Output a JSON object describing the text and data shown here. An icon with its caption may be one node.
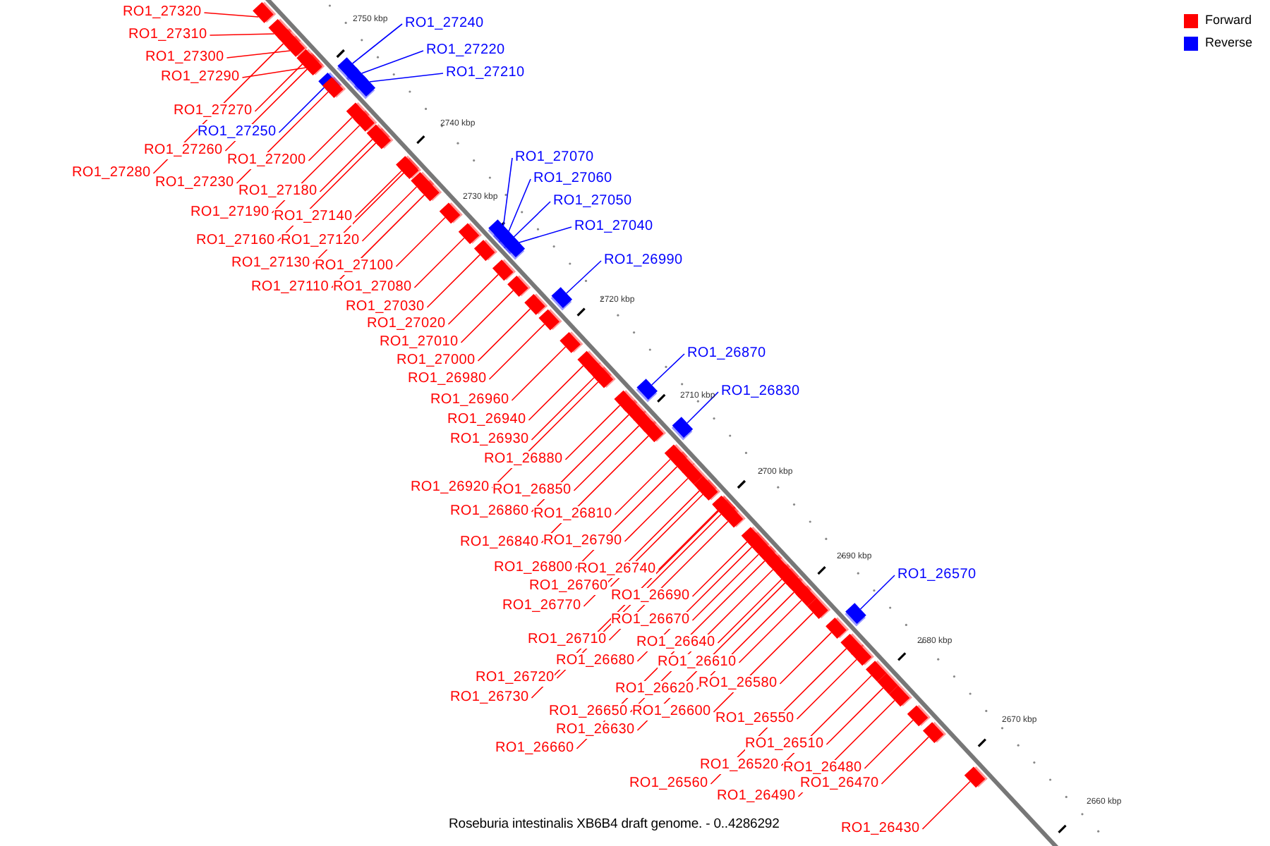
{
  "diagram": {
    "caption": "Roseburia intestinalis XB6B4 draft genome. - 0..4286292",
    "nodes": [
      {
        "text": [
          "RO1_27320"
        ]
      },
      {
        "text": [
          "RO1_27240"
        ]
      },
      {
        "text": [
          "RO1_27310"
        ]
      },
      {
        "text": [
          "RO1_27220"
        ]
      },
      {
        "text": [
          "RO1_27300"
        ]
      },
      {
        "text": [
          "RO1_27210"
        ]
      },
      {
        "text": [
          "RO1_27290"
        ]
      },
      {
        "text": [
          "RO1_27270"
        ]
      },
      {
        "text": [
          "RO1_27250"
        ]
      },
      {
        "text": [
          "RO1_27260"
        ]
      },
      {
        "text": [
          "RO1_27070"
        ]
      },
      {
        "text": [
          "RO1_27200"
        ]
      },
      {
        "text": [
          "RO1_27280"
        ]
      },
      {
        "text": [
          "RO1_27060"
        ]
      },
      {
        "text": [
          "RO1_27230"
        ]
      },
      {
        "text": [
          "RO1_27180"
        ]
      },
      {
        "text": [
          "RO1_27050"
        ]
      },
      {
        "text": [
          "RO1_27190"
        ]
      },
      {
        "text": [
          "RO1_27140"
        ]
      },
      {
        "text": [
          "RO1_27040"
        ]
      },
      {
        "text": [
          "RO1_27160"
        ]
      },
      {
        "text": [
          "RO1_27120"
        ]
      },
      {
        "text": [
          "RO1_26990"
        ]
      },
      {
        "text": [
          "RO1_27130"
        ]
      },
      {
        "text": [
          "RO1_27100"
        ]
      },
      {
        "text": [
          "RO1_27110"
        ]
      },
      {
        "text": [
          "RO1_27080"
        ]
      },
      {
        "text": [
          "RO1_27030"
        ]
      },
      {
        "text": [
          "RO1_27020"
        ]
      },
      {
        "text": [
          "RO1_27010"
        ]
      },
      {
        "text": [
          "RO1_26870"
        ]
      },
      {
        "text": [
          "RO1_27000"
        ]
      },
      {
        "text": [
          "RO1_26980"
        ]
      },
      {
        "text": [
          "RO1_26830"
        ]
      },
      {
        "text": [
          "RO1_26960"
        ]
      },
      {
        "text": [
          "RO1_26940"
        ]
      },
      {
        "text": [
          "RO1_26930"
        ]
      },
      {
        "text": [
          "RO1_26880"
        ]
      },
      {
        "text": [
          "RO1_26920"
        ]
      },
      {
        "text": [
          "RO1_26850"
        ]
      },
      {
        "text": [
          "RO1_26860"
        ]
      },
      {
        "text": [
          "RO1_26810"
        ]
      },
      {
        "text": [
          "RO1_26790"
        ]
      },
      {
        "text": [
          "RO1_26840"
        ]
      },
      {
        "text": [
          "RO1_26800"
        ]
      },
      {
        "text": [
          "RO1_26740"
        ]
      },
      {
        "text": [
          "RO1_26570"
        ]
      },
      {
        "text": [
          "RO1_26760"
        ]
      },
      {
        "text": [
          "RO1_26690"
        ]
      },
      {
        "text": [
          "RO1_26770"
        ]
      },
      {
        "text": [
          "RO1_26670"
        ]
      },
      {
        "text": [
          "RO1_26710"
        ]
      },
      {
        "text": [
          "RO1_26640"
        ]
      },
      {
        "text": [
          "RO1_26680"
        ]
      },
      {
        "text": [
          "RO1_26610"
        ]
      },
      {
        "text": [
          "RO1_26720"
        ]
      },
      {
        "text": [
          "RO1_26580"
        ]
      },
      {
        "text": [
          "RO1_26620"
        ]
      },
      {
        "text": [
          "RO1_26730"
        ]
      },
      {
        "text": [
          "RO1_26650"
        ]
      },
      {
        "text": [
          "RO1_26600"
        ]
      },
      {
        "text": [
          "RO1_26550"
        ]
      },
      {
        "text": [
          "RO1_26630"
        ]
      },
      {
        "text": [
          "RO1_26510"
        ]
      },
      {
        "text": [
          "RO1_26660"
        ]
      },
      {
        "text": [
          "RO1_26520"
        ]
      },
      {
        "text": [
          "RO1_26480"
        ]
      },
      {
        "text": [
          "RO1_26470"
        ]
      },
      {
        "text": [
          "RO1_26560"
        ]
      },
      {
        "text": [
          "RO1_26490"
        ]
      },
      {
        "text": [
          "RO1_26430"
        ]
      },
      {
        "text": [],
        "shape": "bar"
      },
      {
        "text": [],
        "shape": "bar"
      },
      {
        "text": [],
        "shape": "bar"
      },
      {
        "text": [],
        "shape": "bar"
      },
      {
        "text": [],
        "shape": "bar"
      },
      {
        "text": [],
        "shape": "bar"
      },
      {
        "text": [],
        "shape": "bar"
      },
      {
        "text": [],
        "shape": "bar"
      },
      {
        "text": [],
        "shape": "bar"
      },
      {
        "text": [],
        "shape": "bar"
      },
      {
        "text": [],
        "shape": "bar"
      },
      {
        "text": [],
        "shape": "bar"
      },
      {
        "text": [],
        "shape": "bar"
      },
      {
        "text": [],
        "shape": "bar"
      },
      {
        "text": [],
        "shape": "bar"
      },
      {
        "text": [],
        "shape": "bar"
      },
      {
        "text": [],
        "shape": "bar"
      },
      {
        "text": [],
        "shape": "bar"
      },
      {
        "text": [],
        "shape": "bar"
      },
      {
        "text": [],
        "shape": "bar"
      },
      {
        "text": [],
        "shape": "bar"
      },
      {
        "text": [],
        "shape": "bar"
      },
      {
        "text": [],
        "shape": "bar"
      },
      {
        "text": [],
        "shape": "bar"
      },
      {
        "text": [],
        "shape": "bar"
      },
      {
        "text": [],
        "shape": "bar"
      },
      {
        "text": [],
        "shape": "bar"
      },
      {
        "text": [],
        "shape": "bar"
      },
      {
        "text": [],
        "shape": "bar"
      },
      {
        "text": [],
        "shape": "bar"
      },
      {
        "text": [],
        "shape": "bar"
      },
      {
        "text": [],
        "shape": "bar"
      },
      {
        "text": [],
        "shape": "bar"
      },
      {
        "text": [],
        "shape": "bar"
      },
      {
        "text": [],
        "shape": "bar"
      },
      {
        "text": [],
        "shape": "bar"
      },
      {
        "text": [],
        "shape": "bar"
      },
      {
        "text": [],
        "shape": "bar"
      },
      {
        "text": [],
        "shape": "bar"
      },
      {
        "text": [],
        "shape": "bar"
      },
      {
        "text": [],
        "shape": "bar"
      },
      {
        "text": [],
        "shape": "bar"
      },
      {
        "text": [],
        "shape": "bar"
      },
      {
        "text": [],
        "shape": "bar"
      },
      {
        "text": [],
        "shape": "bar"
      },
      {
        "text": [],
        "shape": "bar"
      },
      {
        "text": [],
        "shape": "bar"
      },
      {
        "text": [],
        "shape": "bar"
      },
      {
        "text": [],
        "shape": "bar"
      },
      {
        "text": [],
        "shape": "bar"
      },
      {
        "text": [],
        "shape": "bar"
      },
      {
        "text": [],
        "shape": "bar"
      },
      {
        "text": [],
        "shape": "bar"
      },
      {
        "text": [],
        "shape": "bar"
      },
      {
        "text": [],
        "shape": "bar"
      },
      {
        "text": [],
        "shape": "bar"
      },
      {
        "text": [],
        "shape": "bar"
      },
      {
        "text": [],
        "shape": "bar"
      },
      {
        "text": [],
        "shape": "bar"
      },
      {
        "text": [],
        "shape": "bar"
      },
      {
        "text": [],
        "shape": "bar"
      },
      {
        "text": [],
        "shape": "bar"
      },
      {
        "text": [],
        "shape": "bar"
      },
      {
        "text": [],
        "shape": "bar"
      },
      {
        "text": [],
        "shape": "bar"
      },
      {
        "text": [],
        "shape": "bar"
      },
      {
        "text": [],
        "shape": "bar"
      },
      {
        "text": [],
        "shape": "bar"
      },
      {
        "text": [],
        "shape": "bar"
      },
      {
        "text": [],
        "shape": "bar"
      },
      {
        "text": [],
        "shape": "bar"
      }
    ],
    "edges": [
      {
        "from": 0,
        "to": 71,
        "arrow": "none"
      },
      {
        "from": 1,
        "to": 72,
        "arrow": "none",
        "color": "#0000ff"
      },
      {
        "from": 2,
        "to": 73,
        "arrow": "none"
      },
      {
        "from": 3,
        "to": 74,
        "arrow": "none",
        "color": "#0000ff"
      },
      {
        "from": 4,
        "to": 75,
        "arrow": "none"
      },
      {
        "from": 5,
        "to": 76,
        "arrow": "none",
        "color": "#0000ff"
      },
      {
        "from": 6,
        "to": 77,
        "arrow": "none"
      },
      {
        "from": 7,
        "to": 78,
        "arrow": "none"
      },
      {
        "from": 8,
        "to": 79,
        "arrow": "none",
        "color": "#0000ff"
      },
      {
        "from": 9,
        "to": 80,
        "arrow": "none"
      },
      {
        "from": 10,
        "to": 81,
        "arrow": "none",
        "color": "#0000ff"
      },
      {
        "from": 11,
        "to": 82,
        "arrow": "none"
      },
      {
        "from": 12,
        "to": 83,
        "arrow": "none"
      },
      {
        "from": 13,
        "to": 84,
        "arrow": "none",
        "color": "#0000ff"
      },
      {
        "from": 14,
        "to": 85,
        "arrow": "none"
      },
      {
        "from": 15,
        "to": 86,
        "arrow": "none"
      },
      {
        "from": 16,
        "to": 87,
        "arrow": "none",
        "color": "#0000ff"
      },
      {
        "from": 17,
        "to": 88,
        "arrow": "none"
      },
      {
        "from": 18,
        "to": 89,
        "arrow": "none"
      },
      {
        "from": 19,
        "to": 90,
        "arrow": "none",
        "color": "#0000ff"
      },
      {
        "from": 20,
        "to": 91,
        "arrow": "none"
      },
      {
        "from": 21,
        "to": 92,
        "arrow": "none"
      },
      {
        "from": 22,
        "to": 93,
        "arrow": "none",
        "color": "#0000ff"
      },
      {
        "from": 23,
        "to": 94,
        "arrow": "none"
      },
      {
        "from": 24,
        "to": 95,
        "arrow": "none"
      },
      {
        "from": 25,
        "to": 96,
        "arrow": "none"
      },
      {
        "from": 26,
        "to": 97,
        "arrow": "none"
      },
      {
        "from": 27,
        "to": 98,
        "arrow": "none"
      },
      {
        "from": 28,
        "to": 99,
        "arrow": "none"
      },
      {
        "from": 29,
        "to": 100,
        "arrow": "none"
      },
      {
        "from": 30,
        "to": 101,
        "arrow": "none",
        "color": "#0000ff"
      },
      {
        "from": 31,
        "to": 102,
        "arrow": "none"
      },
      {
        "from": 32,
        "to": 103,
        "arrow": "none"
      },
      {
        "from": 33,
        "to": 104,
        "arrow": "none",
        "color": "#0000ff"
      },
      {
        "from": 34,
        "to": 105,
        "arrow": "none"
      },
      {
        "from": 35,
        "to": 106,
        "arrow": "none"
      },
      {
        "from": 36,
        "to": 107,
        "arrow": "none"
      },
      {
        "from": 37,
        "to": 108,
        "arrow": "none"
      },
      {
        "from": 38,
        "to": 109,
        "arrow": "none"
      },
      {
        "from": 39,
        "to": 110,
        "arrow": "none"
      },
      {
        "from": 40,
        "to": 111,
        "arrow": "none"
      },
      {
        "from": 41,
        "to": 112,
        "arrow": "none"
      },
      {
        "from": 42,
        "to": 113,
        "arrow": "none"
      },
      {
        "from": 43,
        "to": 114,
        "arrow": "none"
      },
      {
        "from": 44,
        "to": 115,
        "arrow": "none"
      },
      {
        "from": 45,
        "to": 116,
        "arrow": "none"
      },
      {
        "from": 46,
        "to": 117,
        "arrow": "none",
        "color": "#0000ff"
      },
      {
        "from": 47,
        "to": 118,
        "arrow": "none"
      },
      {
        "from": 48,
        "to": 119,
        "arrow": "none"
      },
      {
        "from": 49,
        "to": 120,
        "arrow": "none"
      },
      {
        "from": 50,
        "to": 121,
        "arrow": "none"
      },
      {
        "from": 51,
        "to": 122,
        "arrow": "none"
      },
      {
        "from": 52,
        "to": 123,
        "arrow": "none"
      },
      {
        "from": 53,
        "to": 124,
        "arrow": "none"
      },
      {
        "from": 54,
        "to": 125,
        "arrow": "none"
      },
      {
        "from": 55,
        "to": 126,
        "arrow": "none"
      },
      {
        "from": 56,
        "to": 127,
        "arrow": "none"
      },
      {
        "from": 57,
        "to": 128,
        "arrow": "none"
      },
      {
        "from": 58,
        "to": 129,
        "arrow": "none"
      },
      {
        "from": 59,
        "to": 130,
        "arrow": "none"
      },
      {
        "from": 60,
        "to": 131,
        "arrow": "none"
      },
      {
        "from": 61,
        "to": 132,
        "arrow": "none"
      },
      {
        "from": 62,
        "to": 133,
        "arrow": "none"
      },
      {
        "from": 63,
        "to": 134,
        "arrow": "none"
      },
      {
        "from": 64,
        "to": 135,
        "arrow": "none"
      },
      {
        "from": 65,
        "to": 136,
        "arrow": "none"
      },
      {
        "from": 66,
        "to": 137,
        "arrow": "none"
      },
      {
        "from": 67,
        "to": 138,
        "arrow": "none"
      },
      {
        "from": 68,
        "to": 139,
        "arrow": "none"
      },
      {
        "from": 69,
        "to": 140,
        "arrow": "none"
      },
      {
        "from": 70,
        "to": 141,
        "arrow": "none"
      }
    ],
    "labels": [
      "2750 kbp",
      "2740 kbp",
      "2730 kbp",
      "2720 kbp",
      "2710 kbp",
      "2700 kbp",
      "2690 kbp",
      "2680 kbp",
      "2670 kbp",
      "2660 kbp"
    ],
    "legend": [
      {
        "text": "Forward",
        "color": "#ff0000"
      },
      {
        "text": "Reverse",
        "color": "#0000ff"
      }
    ]
  }
}
